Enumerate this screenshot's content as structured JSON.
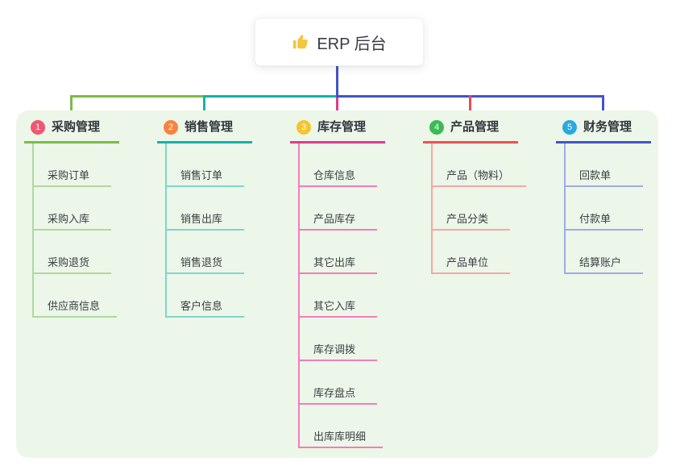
{
  "root": {
    "label": "ERP 后台",
    "icon": "thumbs-up-icon",
    "icon_color": "#F4C53D"
  },
  "panel": {
    "background": "#ECF6E9"
  },
  "connectors": {
    "trunk_color": "#4353C6",
    "segments": [
      {
        "from": "purchase",
        "to": "sales",
        "color": "#7CBB45"
      },
      {
        "from": "sales",
        "to": "inventory",
        "color": "#14B3A6"
      },
      {
        "from": "inventory",
        "to": "finance",
        "color": "#4353C6"
      }
    ]
  },
  "branches": [
    {
      "num": "1",
      "label": "采购管理",
      "line_color": "#7CBB45",
      "child_line_color": "#AFD99F",
      "badge_color": "#F25672",
      "children": [
        "采购订单",
        "采购入库",
        "采购退货",
        "供应商信息"
      ]
    },
    {
      "num": "2",
      "label": "销售管理",
      "line_color": "#14B3A6",
      "child_line_color": "#7ED6CB",
      "badge_color": "#F7843D",
      "children": [
        "销售订单",
        "销售出库",
        "销售退货",
        "客户信息"
      ]
    },
    {
      "num": "3",
      "label": "库存管理",
      "line_color": "#E23A8E",
      "child_line_color": "#F17EBB",
      "badge_color": "#F7C52B",
      "children": [
        "仓库信息",
        "产品库存",
        "其它出库",
        "其它入库",
        "库存调拨",
        "库存盘点",
        "出库库明细"
      ]
    },
    {
      "num": "4",
      "label": "产品管理",
      "line_color": "#F15152",
      "child_line_color": "#F8A7A2",
      "badge_color": "#3DBA58",
      "children": [
        "产品（物料）",
        "产品分类",
        "产品单位"
      ]
    },
    {
      "num": "5",
      "label": "财务管理",
      "line_color": "#4353C6",
      "child_line_color": "#9DACE3",
      "badge_color": "#2BA8E0",
      "children": [
        "回款单",
        "付款单",
        "结算账户"
      ]
    }
  ]
}
